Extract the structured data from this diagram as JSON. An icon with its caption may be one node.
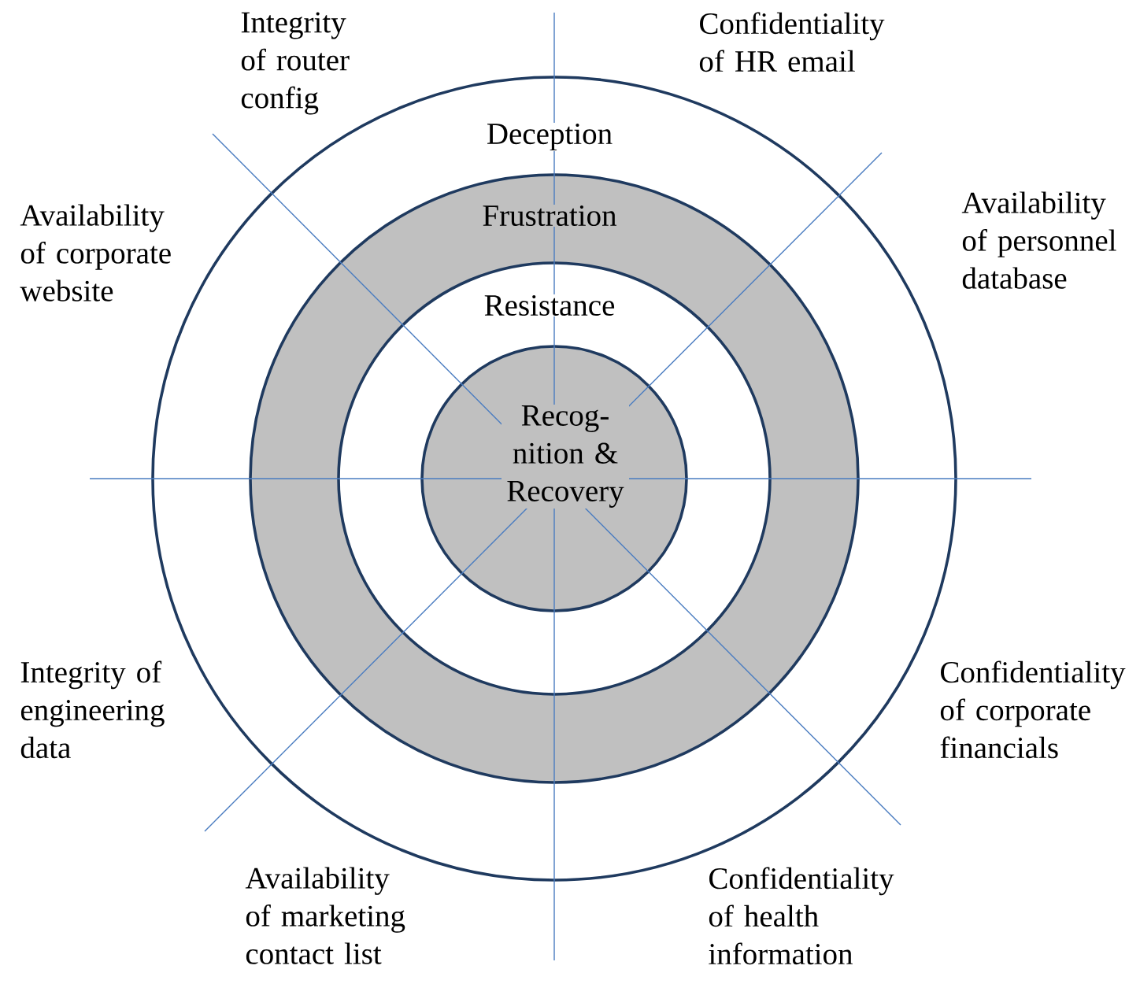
{
  "diagram": {
    "nodes": [
      {
        "text": [
          "Deception"
        ]
      },
      {
        "text": [
          "Frustration"
        ],
        "in": 0
      },
      {
        "text": [
          "Resistance"
        ],
        "in": 1
      },
      {
        "text": [
          "Recog- nition & Recovery"
        ],
        "in": 2
      }
    ],
    "labels": [
      "Integrity of router config",
      "Confidentiality of HR email",
      "Availability of corporate website",
      "Availability of personnel database",
      "Integrity of engineering data",
      "Confidentiality of corporate financials",
      "Availability of marketing contact list",
      "Confidentiality of health information"
    ]
  }
}
